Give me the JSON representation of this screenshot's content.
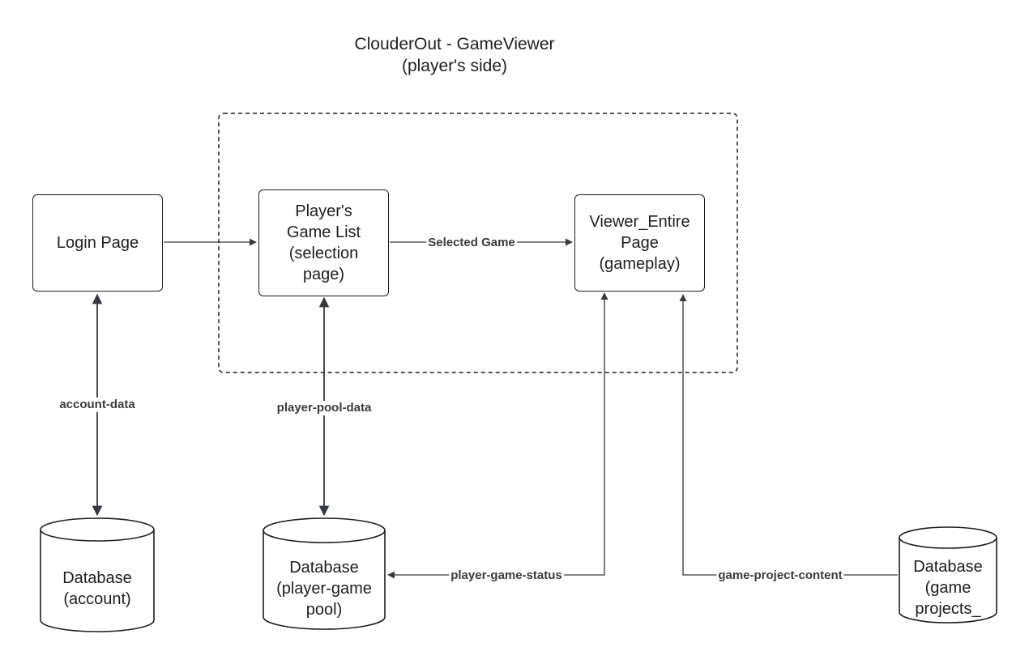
{
  "title": {
    "line1": "ClouderOut - GameViewer",
    "line2": "(player's side)"
  },
  "nodes": {
    "login": {
      "label": "Login Page"
    },
    "game_list": {
      "lines": [
        "Player's",
        "Game List",
        "(selection",
        "page)"
      ]
    },
    "viewer": {
      "lines": [
        "Viewer_Entire",
        "Page",
        "(gameplay)"
      ]
    },
    "db_account": {
      "lines": [
        "Database",
        "(account)"
      ]
    },
    "db_pool": {
      "lines": [
        "Database",
        "(player-game",
        "pool)"
      ]
    },
    "db_projects": {
      "lines": [
        "Database",
        "(game",
        "projects_"
      ]
    }
  },
  "edges": {
    "selected_game": "Selected Game",
    "account_data": "account-data",
    "player_pool_data": "player-pool-data",
    "player_game_status": "player-game-status",
    "game_project_content": "game-project-content"
  },
  "colors": {
    "stroke": "#1e1e1e",
    "arrow": "#343a40",
    "group_border": "#1e1e1e"
  }
}
